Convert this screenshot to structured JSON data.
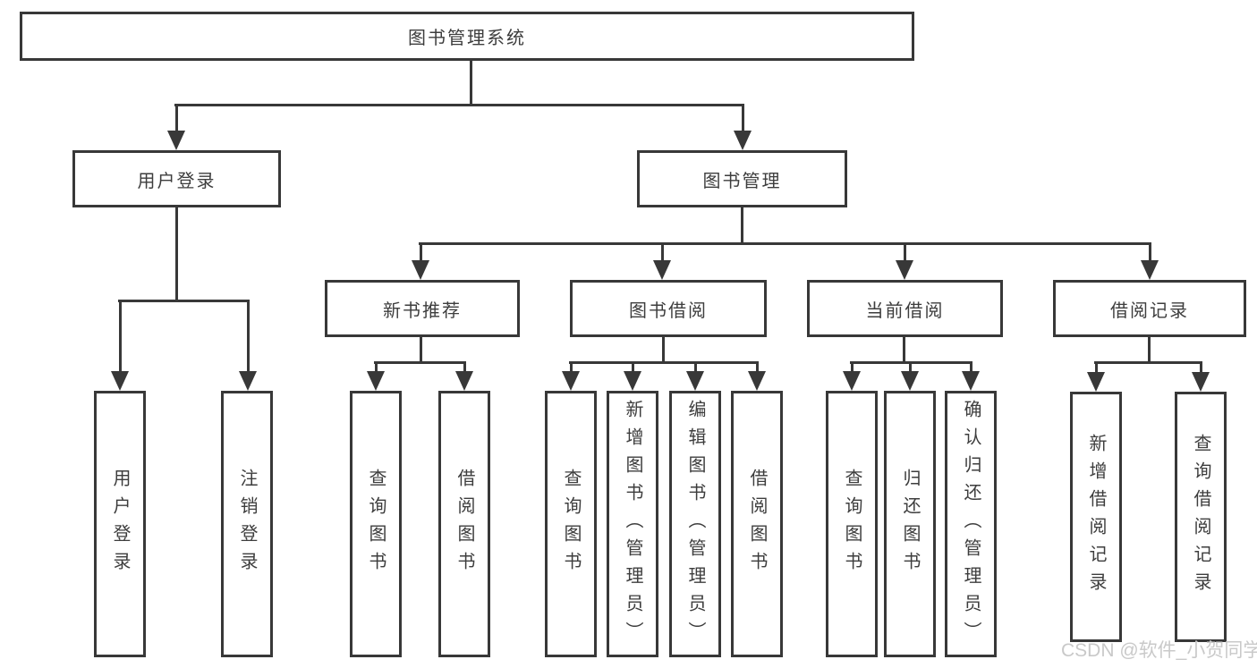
{
  "tree": {
    "root": "图书管理系统",
    "branches": [
      {
        "label": "用户登录",
        "children": [
          "用户登录",
          "注销登录"
        ]
      },
      {
        "label": "图书管理",
        "groups": [
          {
            "label": "新书推荐",
            "children": [
              "查询图书",
              "借阅图书"
            ]
          },
          {
            "label": "图书借阅",
            "children": [
              "查询图书",
              "新增图书（管理员）",
              "编辑图书（管理员）",
              "借阅图书"
            ]
          },
          {
            "label": "当前借阅",
            "children": [
              "查询图书",
              "归还图书",
              "确认归还（管理员）"
            ]
          },
          {
            "label": "借阅记录",
            "children": [
              "新增借阅记录",
              "查询借阅记录"
            ]
          }
        ]
      }
    ]
  },
  "watermark": "CSDN @软件_小贺同学",
  "colors": {
    "line": "#383838",
    "text": "#3d3d3d",
    "watermark": "#c9c9c9",
    "background": "#ffffff"
  }
}
